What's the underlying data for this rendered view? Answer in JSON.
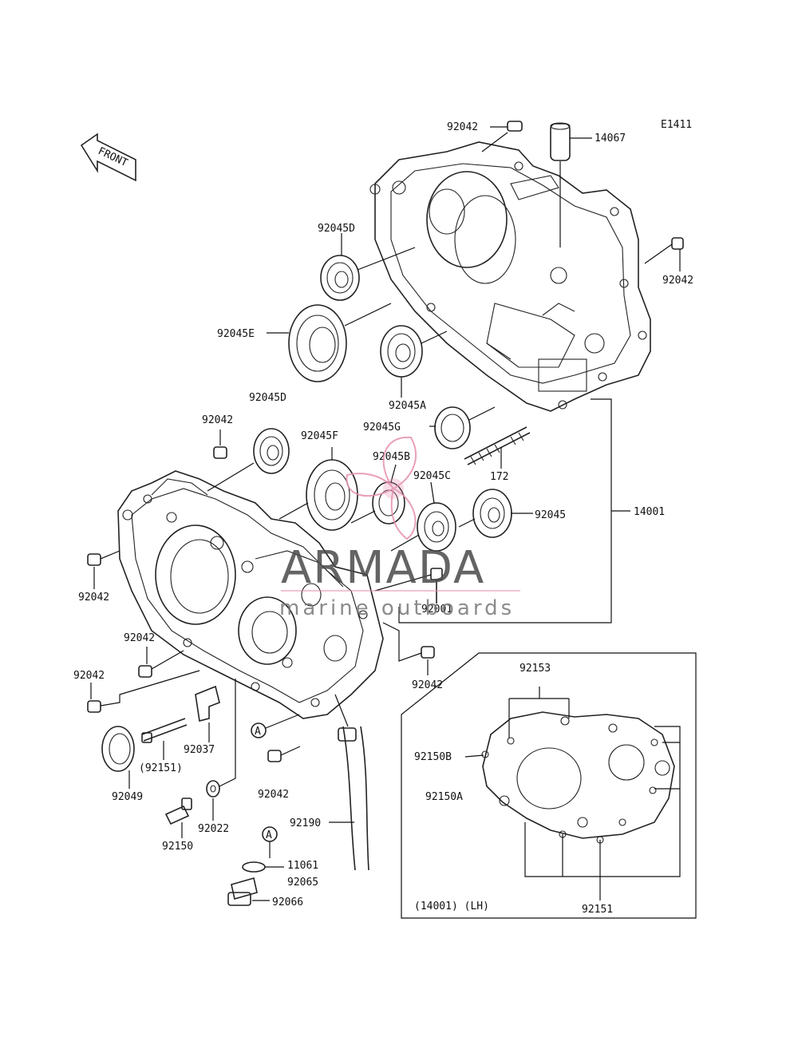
{
  "diagram_code": "E1411",
  "front_label": "FRONT",
  "labels": {
    "p92042_top": "92042",
    "p14067": "14067",
    "p92042_right": "92042",
    "p92045D_a": "92045D",
    "p92045E": "92045E",
    "p92045D_b": "92045D",
    "p92045A": "92045A",
    "p92045G": "92045G",
    "p92042_mid": "92042",
    "p92045F": "92045F",
    "p92045B": "92045B",
    "p172": "172",
    "p92045C": "92045C",
    "p92045": "92045",
    "p14001": "14001",
    "p92042_left": "92042",
    "p92001": "92001",
    "p92042_l2": "92042",
    "p92042_l3": "92042",
    "p92042_bot": "92042",
    "p92037": "92037",
    "p92151_paren": "(92151)",
    "p92049": "92049",
    "p92042_b2": "92042",
    "p92022": "92022",
    "p92150": "92150",
    "p92190": "92190",
    "p11061": "11061",
    "p92065": "92065",
    "p92066": "92066",
    "ref_a1": "A",
    "ref_a2": "A",
    "inset_92153": "92153",
    "inset_92150B": "92150B",
    "inset_92150A": "92150A",
    "inset_14001_lh": "(14001) (LH)",
    "inset_92151": "92151"
  },
  "watermark": {
    "brand": "ARMADA",
    "tagline": "marine outboards",
    "color": "#e58fb0"
  }
}
